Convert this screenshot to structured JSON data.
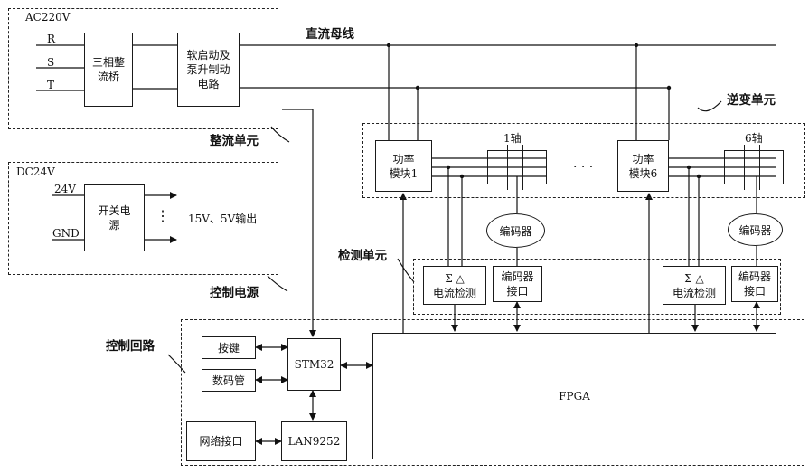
{
  "rectifier_unit": {
    "supply": "AC220V",
    "phases": [
      "R",
      "S",
      "T"
    ],
    "bridge": "三相整\n流桥",
    "softstart": "软启动及\n泵升制动\n电路",
    "label": "整流单元"
  },
  "dc_bus": "直流母线",
  "control_power": {
    "supply": "DC24V",
    "in_pos": "24V",
    "in_gnd": "GND",
    "switch": "开关电\n源",
    "dots": "⋮",
    "output": "15V、5V输出",
    "label": "控制电源"
  },
  "inverter_unit": {
    "label": "逆变单元",
    "module1": "功率\n模块1",
    "module6": "功率\n模块6",
    "axis1": "1轴",
    "axis6": "6轴",
    "dots": "· · ·"
  },
  "detection_unit": {
    "label": "检测单元",
    "encoder": "编码器",
    "current1": "Σ △\n电流检测",
    "enc_if1": "编码器\n接口",
    "current6": "Σ △\n电流检测",
    "enc_if6": "编码器\n接口"
  },
  "control_loop": {
    "label": "控制回路",
    "keys": "按键",
    "display": "数码管",
    "network": "网络接口",
    "mcu": "STM32",
    "ethernet": "LAN9252",
    "fpga": "FPGA"
  }
}
